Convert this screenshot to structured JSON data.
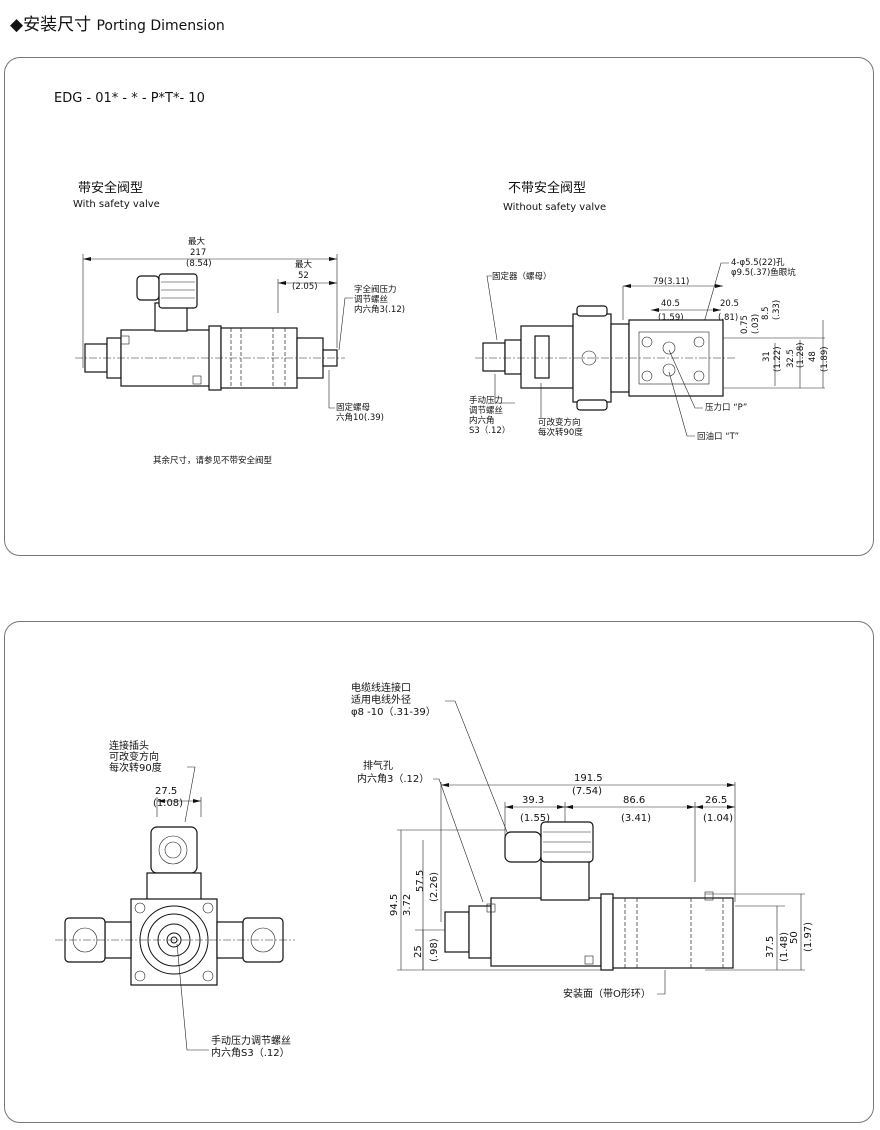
{
  "header": {
    "marker": "◆",
    "title_cn": "安装尺寸",
    "title_en": "Porting Dimension"
  },
  "top_panel": {
    "model": "EDG - 01* - * - P*T*- 10",
    "with_safety": {
      "title_cn": "带安全阀型",
      "title_en": "With safety valve",
      "dim_total": [
        "最大",
        "217",
        "(8.54)"
      ],
      "dim_52": [
        "最大",
        "52",
        "(2.05)"
      ],
      "note_adjust": [
        "字全阀压力",
        "调节螺丝",
        "内六角3(.12)"
      ],
      "note_nut": [
        "固定螺母",
        "六角10(.39)"
      ]
    },
    "without_safety": {
      "title_cn": "不带安全阀型",
      "title_en": "Without safety valve",
      "fixer": "固定器（螺母）",
      "dim_79": "79(3.11)",
      "holes": [
        "4-φ5.5(22)孔",
        "φ9.5(.37)鱼眼坑"
      ],
      "dim_40_5": [
        "40.5",
        "(1.59)"
      ],
      "dim_20_5": [
        "20.5",
        "(.81)"
      ],
      "dim_0_75": [
        "0.75",
        "(.03)"
      ],
      "dim_8_5": [
        "8.5",
        "(.33)"
      ],
      "dim_31": [
        "31",
        "(1.22)"
      ],
      "dim_32_5": [
        "32.5",
        "(1.28)"
      ],
      "dim_48": [
        "48",
        "(1.89)"
      ],
      "port_p": "压力口 “P”",
      "port_t": "回油口 “T”",
      "manual": [
        "手动压力",
        "调节螺丝",
        "内六角",
        "S3（.12）"
      ],
      "rotate": [
        "可改变方向",
        "每次转90度"
      ]
    },
    "footnote": "其余尺寸，请参见不带安全阀型"
  },
  "bottom_panel": {
    "connector_note": [
      "连接插头",
      "可改变方向",
      "每次转90度"
    ],
    "dim_27_5": [
      "27.5",
      "(1.08)"
    ],
    "manual_note": [
      "手动压力调节螺丝",
      "内六角S3（.12）"
    ],
    "cable_note": [
      "电缆线连接口",
      "适用电线外径",
      "φ8 -10（.31-39）"
    ],
    "vent_note": [
      "排气孔",
      "内六角3（.12）"
    ],
    "dim_191_5": [
      "191.5",
      "(7.54)"
    ],
    "dim_39_3": [
      "39.3",
      "(1.55)"
    ],
    "dim_86_6": [
      "86.6",
      "(3.41)"
    ],
    "dim_26_5": [
      "26.5",
      "(1.04)"
    ],
    "dim_94_5": "94.5",
    "dim_3_72": "3.72",
    "dim_57_5": [
      "57.5",
      "(2.26)"
    ],
    "dim_25": [
      "25",
      "(.98)"
    ],
    "dim_37_5": [
      "37.5",
      "(1.48)"
    ],
    "dim_50": [
      "50",
      "(1.97)"
    ],
    "mount_face": "安装面（带O形环）"
  }
}
